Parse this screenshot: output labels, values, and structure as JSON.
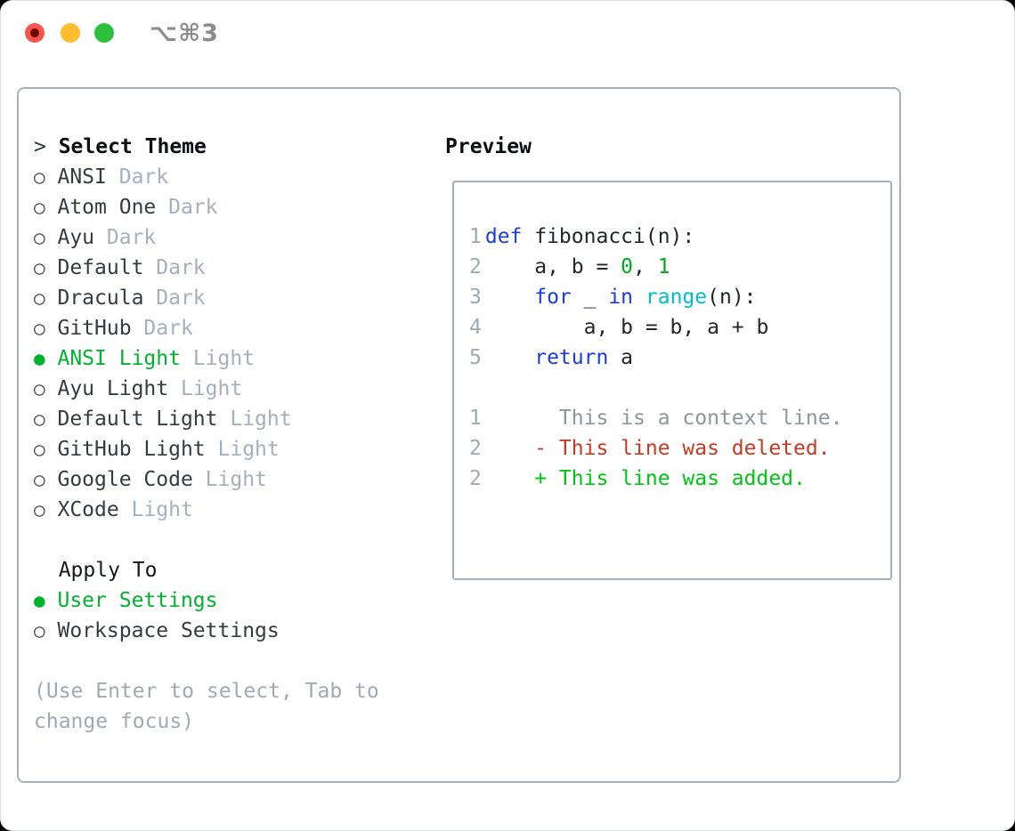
{
  "window": {
    "title": "⌥⌘3",
    "traffic_lights": [
      "close",
      "minimize",
      "zoom"
    ]
  },
  "colors": {
    "accent_green": "#00b22e",
    "keyword_blue": "#1a3be8",
    "builtin_cyan": "#00bdd6",
    "number_green": "#00ab19",
    "diff_added_green": "#00c414",
    "diff_deleted_red": "#c63a25",
    "muted_gray": "#a0a9b4",
    "border_gray": "#a7b0bb"
  },
  "theme_panel": {
    "header_prefix": ">",
    "header": "Select Theme",
    "items": [
      {
        "marker": "○",
        "name": "ANSI",
        "tag": "Dark",
        "selected": false
      },
      {
        "marker": "○",
        "name": "Atom One",
        "tag": "Dark",
        "selected": false
      },
      {
        "marker": "○",
        "name": "Ayu",
        "tag": "Dark",
        "selected": false
      },
      {
        "marker": "○",
        "name": "Default",
        "tag": "Dark",
        "selected": false
      },
      {
        "marker": "○",
        "name": "Dracula",
        "tag": "Dark",
        "selected": false
      },
      {
        "marker": "○",
        "name": "GitHub",
        "tag": "Dark",
        "selected": false
      },
      {
        "marker": "●",
        "name": "ANSI Light",
        "tag": "Light",
        "selected": true
      },
      {
        "marker": "○",
        "name": "Ayu Light",
        "tag": "Light",
        "selected": false
      },
      {
        "marker": "○",
        "name": "Default Light",
        "tag": "Light",
        "selected": false
      },
      {
        "marker": "○",
        "name": "GitHub Light",
        "tag": "Light",
        "selected": false
      },
      {
        "marker": "○",
        "name": "Google Code",
        "tag": "Light",
        "selected": false
      },
      {
        "marker": "○",
        "name": "XCode",
        "tag": "Light",
        "selected": false
      }
    ]
  },
  "apply_panel": {
    "header": "Apply To",
    "items": [
      {
        "marker": "●",
        "name": "User Settings",
        "selected": true
      },
      {
        "marker": "○",
        "name": "Workspace Settings",
        "selected": false
      }
    ]
  },
  "help": {
    "line1": "(Use Enter to select, Tab to",
    "line2": "change focus)"
  },
  "preview": {
    "title": "Preview",
    "code_lines": [
      {
        "num": "1",
        "tokens": [
          {
            "t": "def",
            "c": "kw"
          },
          {
            "t": " fibonacci(n):",
            "c": "pl"
          }
        ]
      },
      {
        "num": "2",
        "tokens": [
          {
            "t": "    a, b = ",
            "c": "pl"
          },
          {
            "t": "0",
            "c": "num"
          },
          {
            "t": ", ",
            "c": "pl"
          },
          {
            "t": "1",
            "c": "num"
          }
        ]
      },
      {
        "num": "3",
        "tokens": [
          {
            "t": "    ",
            "c": "pl"
          },
          {
            "t": "for",
            "c": "kw"
          },
          {
            "t": " _ ",
            "c": "pl"
          },
          {
            "t": "in",
            "c": "kw"
          },
          {
            "t": " ",
            "c": "pl"
          },
          {
            "t": "range",
            "c": "fn"
          },
          {
            "t": "(n):",
            "c": "pl"
          }
        ]
      },
      {
        "num": "4",
        "tokens": [
          {
            "t": "        a, b = b, a + b",
            "c": "pl"
          }
        ]
      },
      {
        "num": "5",
        "tokens": [
          {
            "t": "    ",
            "c": "pl"
          },
          {
            "t": "return",
            "c": "kw"
          },
          {
            "t": " a",
            "c": "pl"
          }
        ]
      }
    ],
    "diff_lines": [
      {
        "num": "1",
        "content": "      This is a context line.",
        "type": "context"
      },
      {
        "num": "2",
        "content": "    - This line was deleted.",
        "type": "deleted"
      },
      {
        "num": "2",
        "content": "    + This line was added.",
        "type": "added"
      }
    ]
  }
}
